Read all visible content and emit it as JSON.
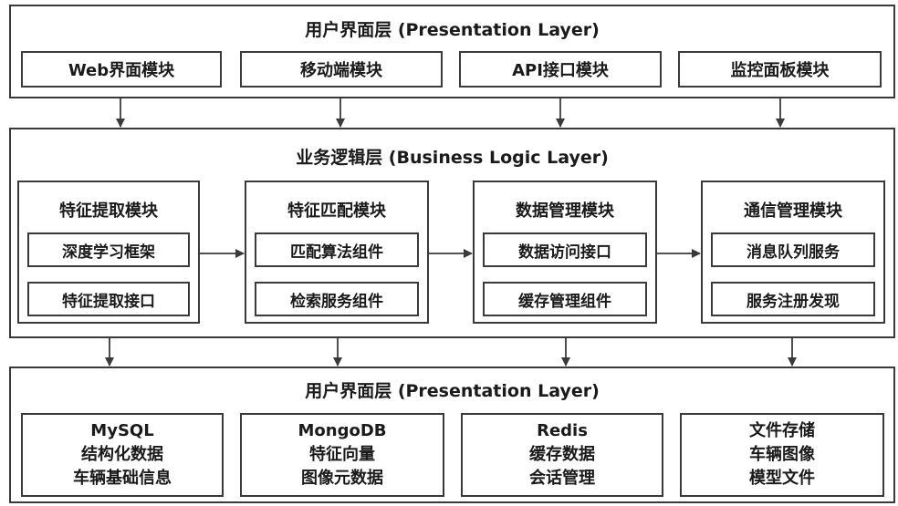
{
  "presentation_layer": {
    "title": "用户界面层 (Presentation Layer)",
    "modules": [
      "Web界面模块",
      "移动端模块",
      "API接口模块",
      "监控面板模块"
    ]
  },
  "business_layer": {
    "title": "业务逻辑层 (Business Logic Layer)",
    "groups": [
      {
        "title": "特征提取模块",
        "items": [
          "深度学习框架",
          "特征提取接口"
        ]
      },
      {
        "title": "特征匹配模块",
        "items": [
          "匹配算法组件",
          "检索服务组件"
        ]
      },
      {
        "title": "数据管理模块",
        "items": [
          "数据访问接口",
          "缓存管理组件"
        ]
      },
      {
        "title": "通信管理模块",
        "items": [
          "消息队列服务",
          "服务注册发现"
        ]
      }
    ]
  },
  "data_layer": {
    "title": "用户界面层 (Presentation Layer)",
    "stores": [
      {
        "name": "MySQL",
        "lines": [
          "结构化数据",
          "车辆基础信息"
        ]
      },
      {
        "name": "MongoDB",
        "lines": [
          "特征向量",
          "图像元数据"
        ]
      },
      {
        "name": "Redis",
        "lines": [
          "缓存数据",
          "会话管理"
        ]
      },
      {
        "name": "文件存储",
        "lines": [
          "车辆图像",
          "模型文件"
        ]
      }
    ]
  }
}
